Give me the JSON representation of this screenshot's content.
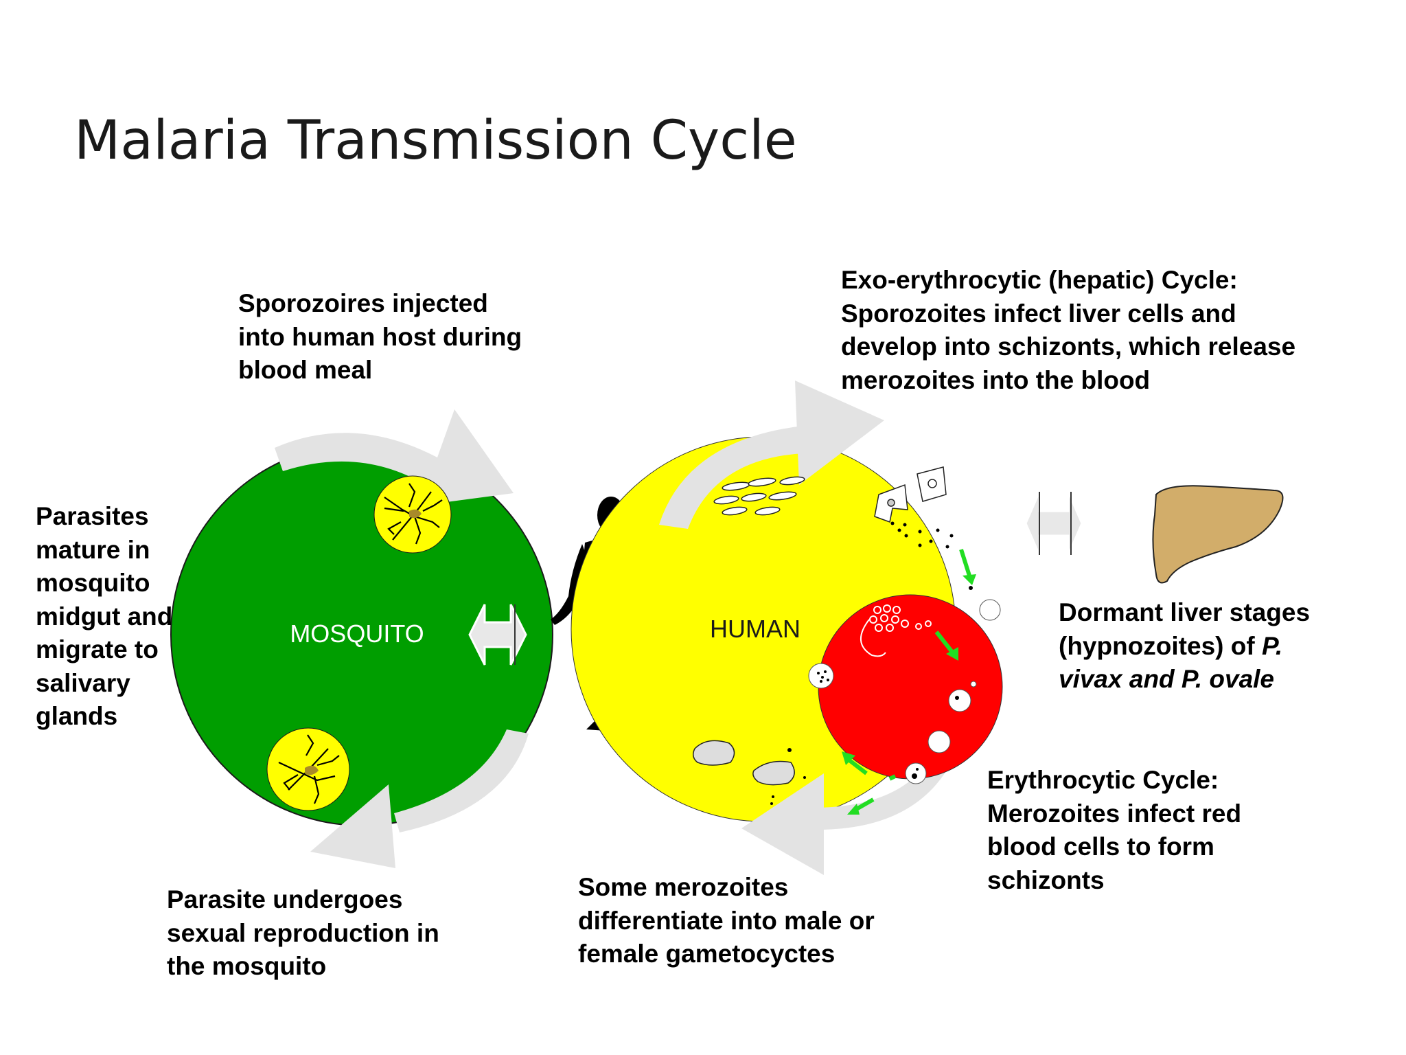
{
  "title": "Malaria Transmission Cycle",
  "circles": {
    "mosquito_label": "MOSQUITO",
    "human_label": "HUMAN"
  },
  "captions": {
    "sporozoites_injected": [
      "Sporozoires injected",
      "into human host during",
      "blood meal"
    ],
    "exo_erythrocytic": [
      "Exo-erythrocytic (hepatic) Cycle:",
      "Sporozoites infect liver cells and",
      "develop into schizonts, which release",
      "merozoites into the blood"
    ],
    "parasites_mature": [
      "Parasites",
      "mature in",
      "mosquito",
      "midgut and",
      "migrate to",
      "salivary",
      "glands"
    ],
    "dormant_liver": {
      "line1": "Dormant liver stages",
      "line2_prefix": "(hypnozoites) of ",
      "line2_italic": "P.",
      "line3_italic": "vivax and P. ovale"
    },
    "erythrocytic": [
      "Erythrocytic Cycle:",
      "Merozoites infect red",
      "blood cells to form",
      "schizonts"
    ],
    "gametocytes": [
      "Some merozoites",
      "differentiate into male or",
      "female gametocyctes"
    ],
    "sexual_reproduction": [
      "Parasite undergoes",
      "sexual reproduction in",
      "the mosquito"
    ]
  },
  "colors": {
    "mosquito_circle": "#009e00",
    "human_circle": "#ffff00",
    "blood_circle": "#ff0000",
    "cycle_arrow": "#e3e3e3",
    "green_arrow": "#22dd22",
    "liver": "#d2ad6a",
    "silhouette": "#000000"
  },
  "icons": [
    "mosquito-icon",
    "human-silhouette-icon",
    "liver-icon",
    "double-arrow-icon"
  ]
}
